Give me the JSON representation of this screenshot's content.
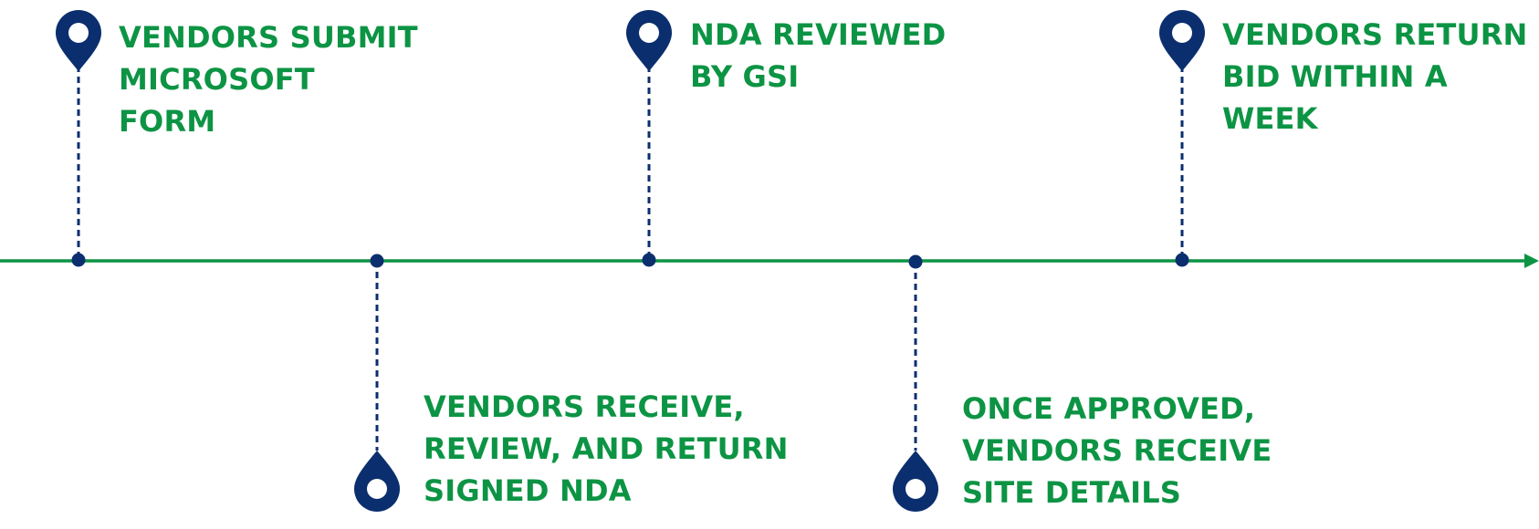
{
  "colors": {
    "timeline": "#0c9444",
    "marker": "#0b2e6e",
    "text": "#0c9444",
    "background": "#ffffff"
  },
  "steps": [
    {
      "text": "VENDORS SUBMIT\nMICROSOFT\nFORM",
      "position": "above"
    },
    {
      "text": "VENDORS RECEIVE,\nREVIEW, AND RETURN\nSIGNED NDA",
      "position": "below"
    },
    {
      "text": "NDA REVIEWED\nBY GSI",
      "position": "above"
    },
    {
      "text": "ONCE APPROVED,\nVENDORS RECEIVE\nSITE DETAILS",
      "position": "below"
    },
    {
      "text": "VENDORS RETURN\nBID WITHIN A\nWEEK",
      "position": "above"
    }
  ],
  "icons": {
    "pin": "map-pin-icon",
    "arrow": "arrowhead-icon"
  }
}
